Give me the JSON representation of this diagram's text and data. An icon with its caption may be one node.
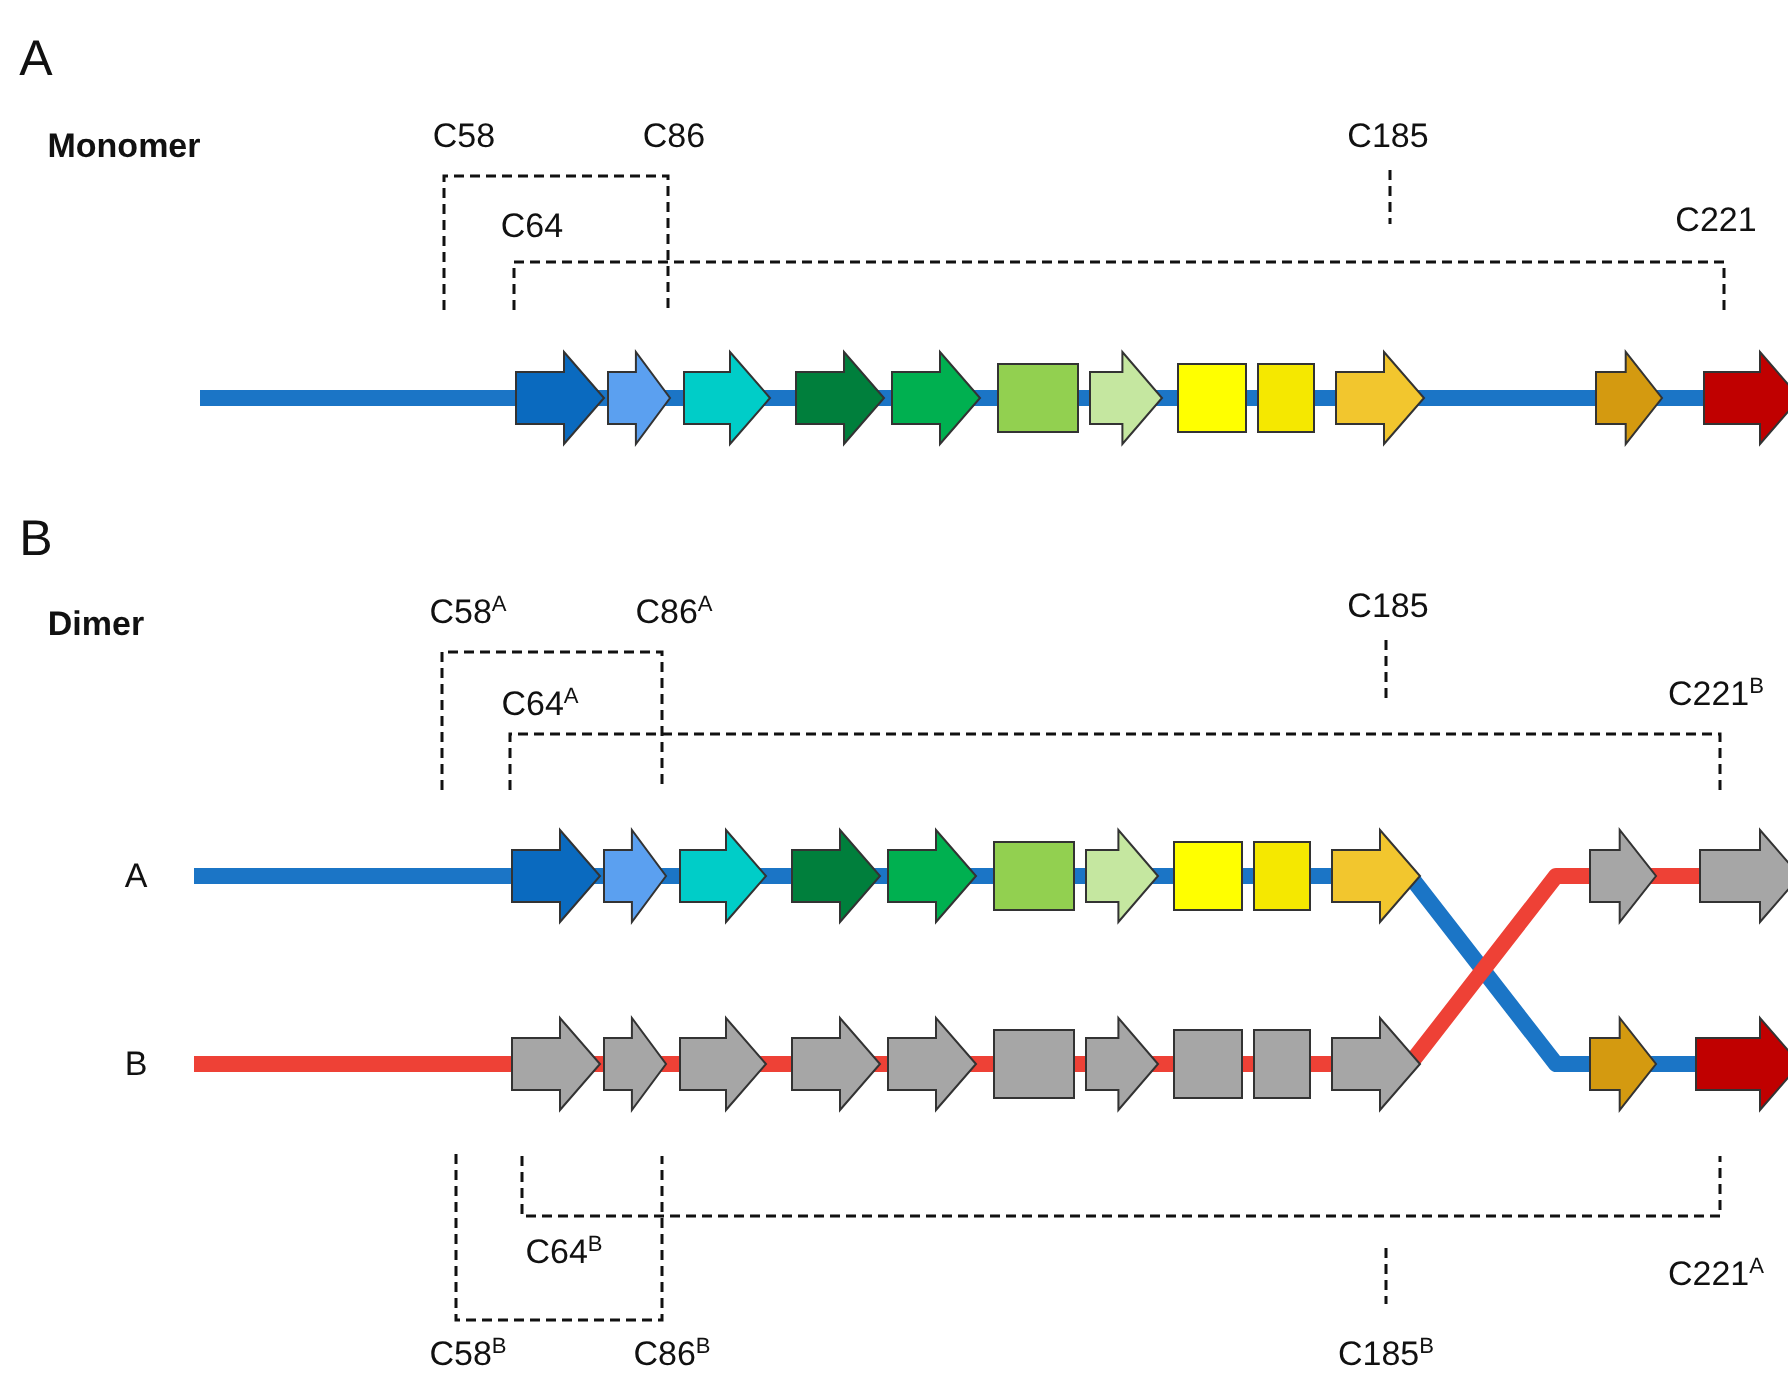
{
  "diagram": {
    "labels": [
      "A",
      "Monomer",
      "C58",
      "C86",
      "C185",
      "C64",
      "C221",
      "B",
      "Dimer",
      "C58$^{A}$",
      "C86$^{A}$",
      "C185",
      "C64$^{A}$",
      "C221$^{B}$",
      "A",
      "B",
      "C64$^{B}$",
      "C221$^{A}$",
      "C58$^{B}$",
      "C86$^{B}$",
      "C185$^{B}$"
    ]
  }
}
